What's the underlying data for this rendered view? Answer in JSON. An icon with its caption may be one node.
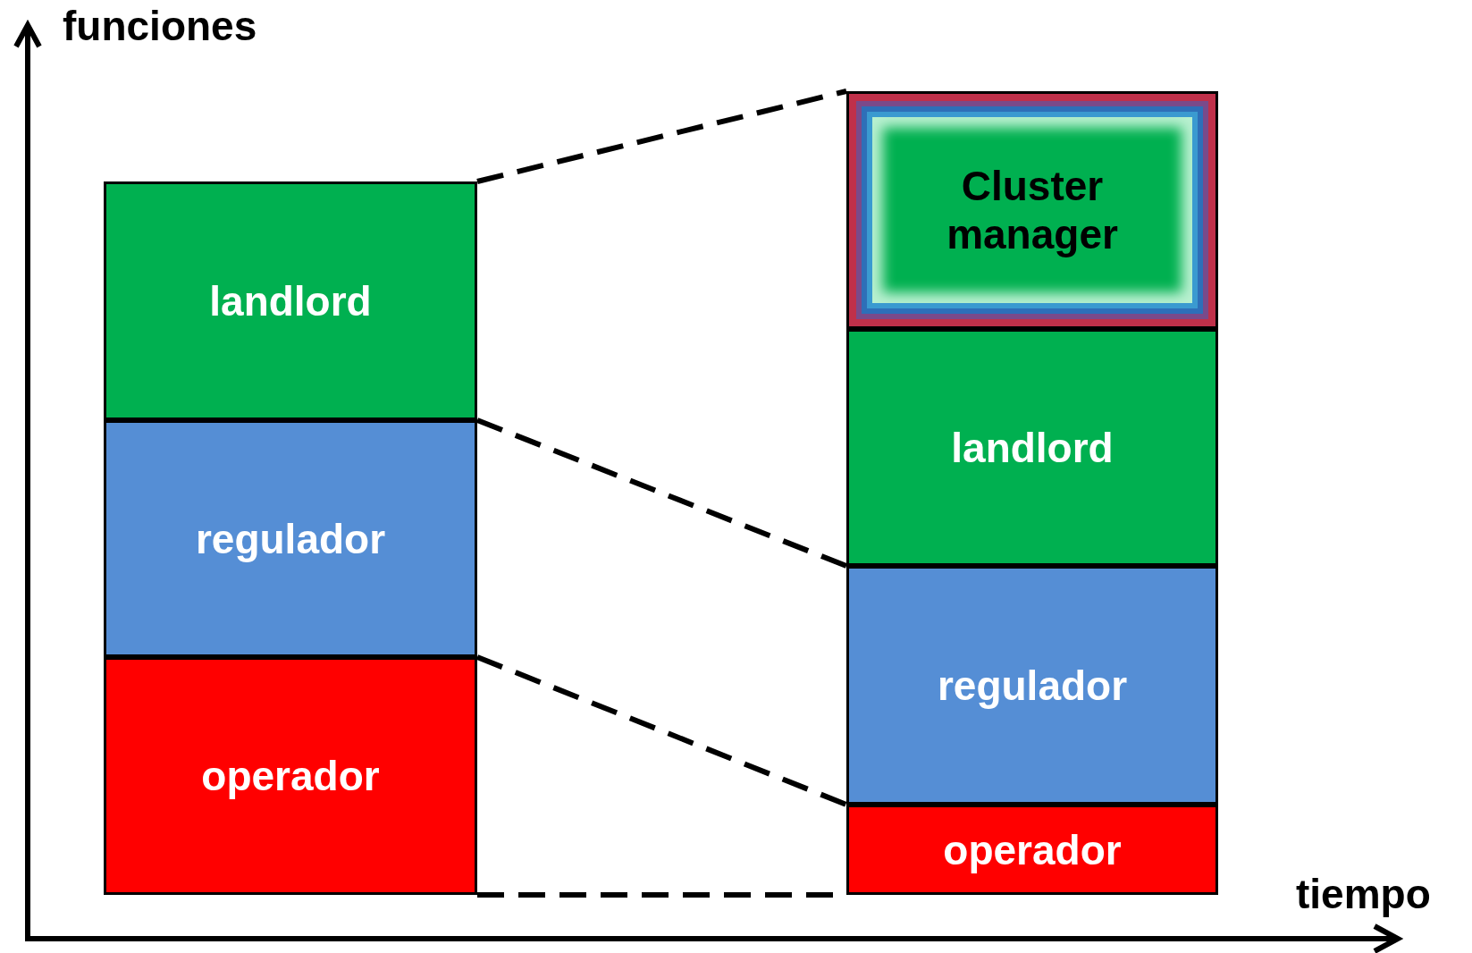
{
  "diagram": {
    "nodes": [
      {
        "text": [
          "landlord"
        ]
      },
      {
        "text": [
          "regulador"
        ]
      },
      {
        "text": [
          "operador"
        ]
      },
      {
        "text": [
          "Cluster manager"
        ]
      },
      {
        "text": [
          "landlord"
        ]
      },
      {
        "text": [
          "regulador"
        ]
      },
      {
        "text": [
          "operador"
        ]
      }
    ],
    "edges": [
      {
        "from": 0,
        "to": 3,
        "arrow": "none",
        "style": "dashed"
      },
      {
        "from": 1,
        "to": 5,
        "arrow": "none",
        "style": "dashed"
      },
      {
        "from": 2,
        "to": 6,
        "arrow": "none",
        "style": "dashed"
      },
      {
        "from": 2,
        "to": 6,
        "arrow": "none",
        "style": "dashed"
      }
    ],
    "labels": [
      "funciones",
      "tiempo"
    ]
  }
}
